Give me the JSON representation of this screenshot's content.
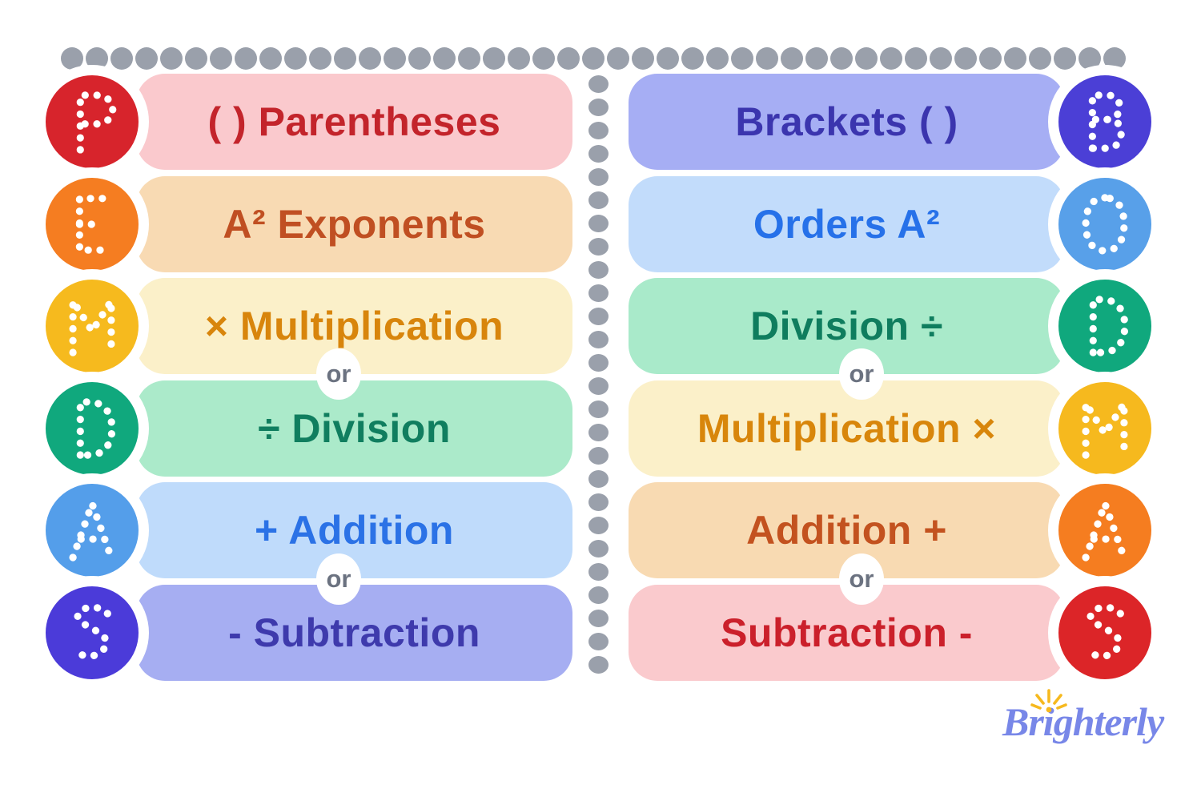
{
  "decor": {
    "top_dots": 43,
    "divider_dots": 26,
    "dot_color": "#9AA0AB",
    "or_label": "or",
    "or_text_color": "#6B7280"
  },
  "pemdas": {
    "rows": [
      {
        "letter": "P",
        "label": "( ) Parentheses",
        "band": "#FAC9CD",
        "text": "#C3242B",
        "circle": "#D7242C"
      },
      {
        "letter": "E",
        "label": "A² Exponents",
        "band": "#F8DAB3",
        "text": "#C04F22",
        "circle": "#F57D21"
      },
      {
        "letter": "M",
        "label": "× Multiplication",
        "band": "#FBF0C9",
        "text": "#D8850C",
        "circle": "#F6BA1E"
      },
      {
        "letter": "D",
        "label": "÷ Division",
        "band": "#ABEACA",
        "text": "#107E5F",
        "circle": "#10A87D"
      },
      {
        "letter": "A",
        "label": "+ Addition",
        "band": "#BFDBFB",
        "text": "#2B72E6",
        "circle": "#549EEA"
      },
      {
        "letter": "S",
        "label": "- Subtraction",
        "band": "#A6AEF2",
        "text": "#3E3AAC",
        "circle": "#4B3BD9"
      }
    ]
  },
  "bodmas": {
    "rows": [
      {
        "letter": "B",
        "label": "Brackets ( )",
        "band": "#A6AEF4",
        "text": "#3B35AE",
        "circle": "#4B3FD6"
      },
      {
        "letter": "O",
        "label": "Orders A²",
        "band": "#C2DCFB",
        "text": "#2671E9",
        "circle": "#58A0E9"
      },
      {
        "letter": "D",
        "label": "Division ÷",
        "band": "#A9EACA",
        "text": "#0F7D5E",
        "circle": "#10A87D"
      },
      {
        "letter": "M",
        "label": "Multiplication ×",
        "band": "#FBF0C9",
        "text": "#D8860B",
        "circle": "#F6B91E"
      },
      {
        "letter": "A",
        "label": "Addition +",
        "band": "#F8DAB2",
        "text": "#C3521F",
        "circle": "#F57D20"
      },
      {
        "letter": "S",
        "label": "Subtraction -",
        "band": "#FACACD",
        "text": "#CB202B",
        "circle": "#DC2528"
      }
    ]
  },
  "logo": {
    "text": "Brighterly",
    "color": "#7887E8",
    "sun_color": "#F6B91E"
  }
}
